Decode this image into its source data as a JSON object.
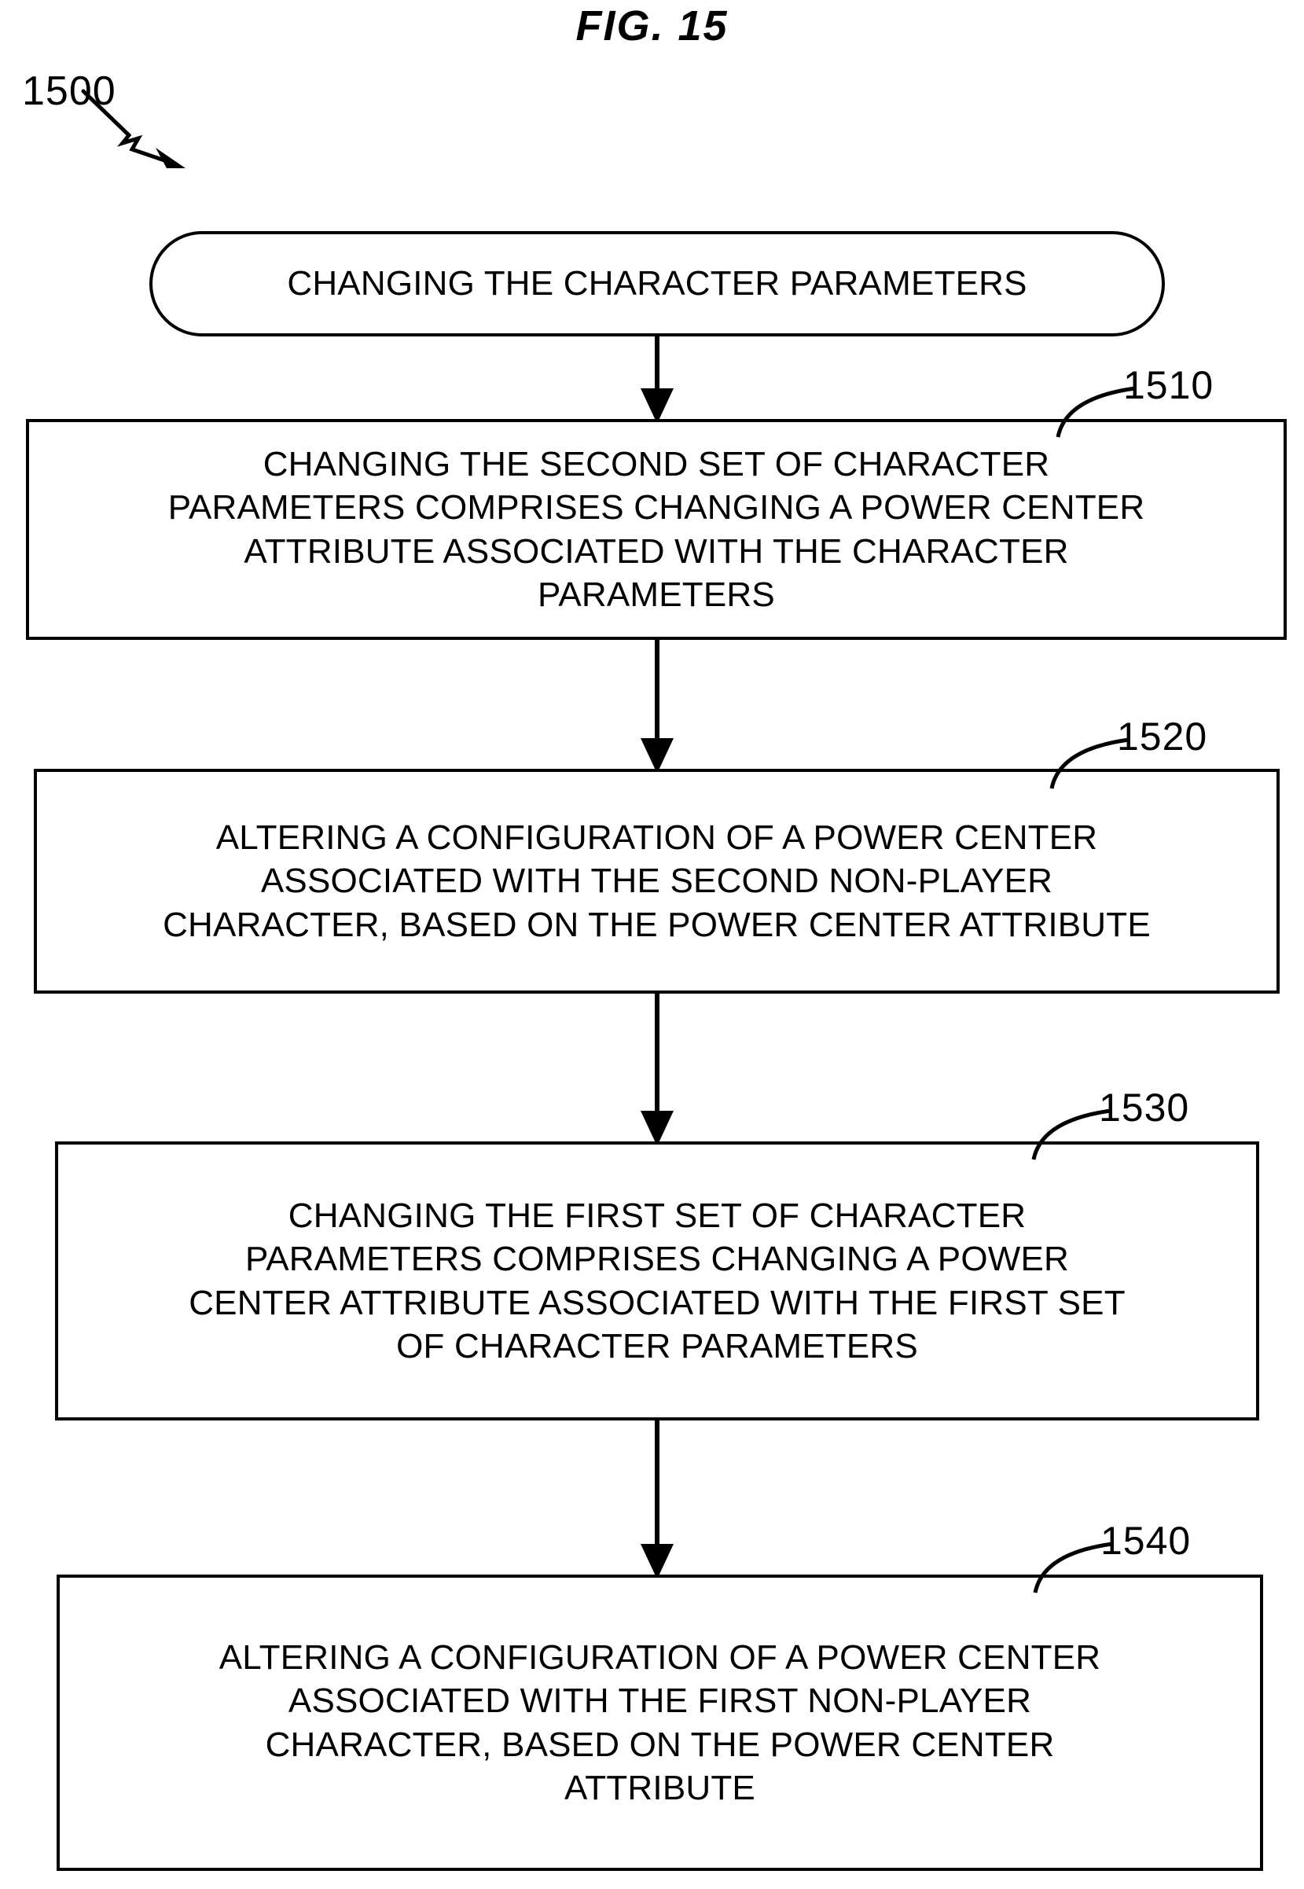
{
  "figure": {
    "title": "FIG. 15",
    "diagram_ref": "1500",
    "type": "flowchart"
  },
  "nodes": [
    {
      "id": "start",
      "shape": "rounded-terminal",
      "ref": "",
      "text": "CHANGING THE CHARACTER PARAMETERS"
    },
    {
      "id": "1510",
      "shape": "rectangle",
      "ref": "1510",
      "text": "CHANGING THE SECOND SET OF CHARACTER\nPARAMETERS COMPRISES CHANGING A POWER CENTER\nATTRIBUTE ASSOCIATED WITH THE CHARACTER\nPARAMETERS"
    },
    {
      "id": "1520",
      "shape": "rectangle",
      "ref": "1520",
      "text": "ALTERING A CONFIGURATION OF A POWER CENTER\nASSOCIATED WITH THE SECOND NON-PLAYER\nCHARACTER, BASED ON THE POWER CENTER ATTRIBUTE"
    },
    {
      "id": "1530",
      "shape": "rectangle",
      "ref": "1530",
      "text": "CHANGING THE FIRST SET OF CHARACTER\nPARAMETERS COMPRISES CHANGING A POWER\nCENTER ATTRIBUTE ASSOCIATED WITH THE FIRST SET\nOF CHARACTER PARAMETERS"
    },
    {
      "id": "1540",
      "shape": "rectangle",
      "ref": "1540",
      "text": "ALTERING A CONFIGURATION OF A POWER CENTER\nASSOCIATED WITH THE FIRST NON-PLAYER\nCHARACTER, BASED ON THE POWER CENTER\nATTRIBUTE"
    }
  ],
  "edges": [
    {
      "from": "start",
      "to": "1510",
      "style": "solid-arrow-down"
    },
    {
      "from": "1510",
      "to": "1520",
      "style": "solid-arrow-down"
    },
    {
      "from": "1520",
      "to": "1530",
      "style": "solid-arrow-down"
    },
    {
      "from": "1530",
      "to": "1540",
      "style": "solid-arrow-down"
    }
  ],
  "colors": {
    "stroke": "#000000",
    "fill": "#ffffff",
    "text": "#000000"
  }
}
